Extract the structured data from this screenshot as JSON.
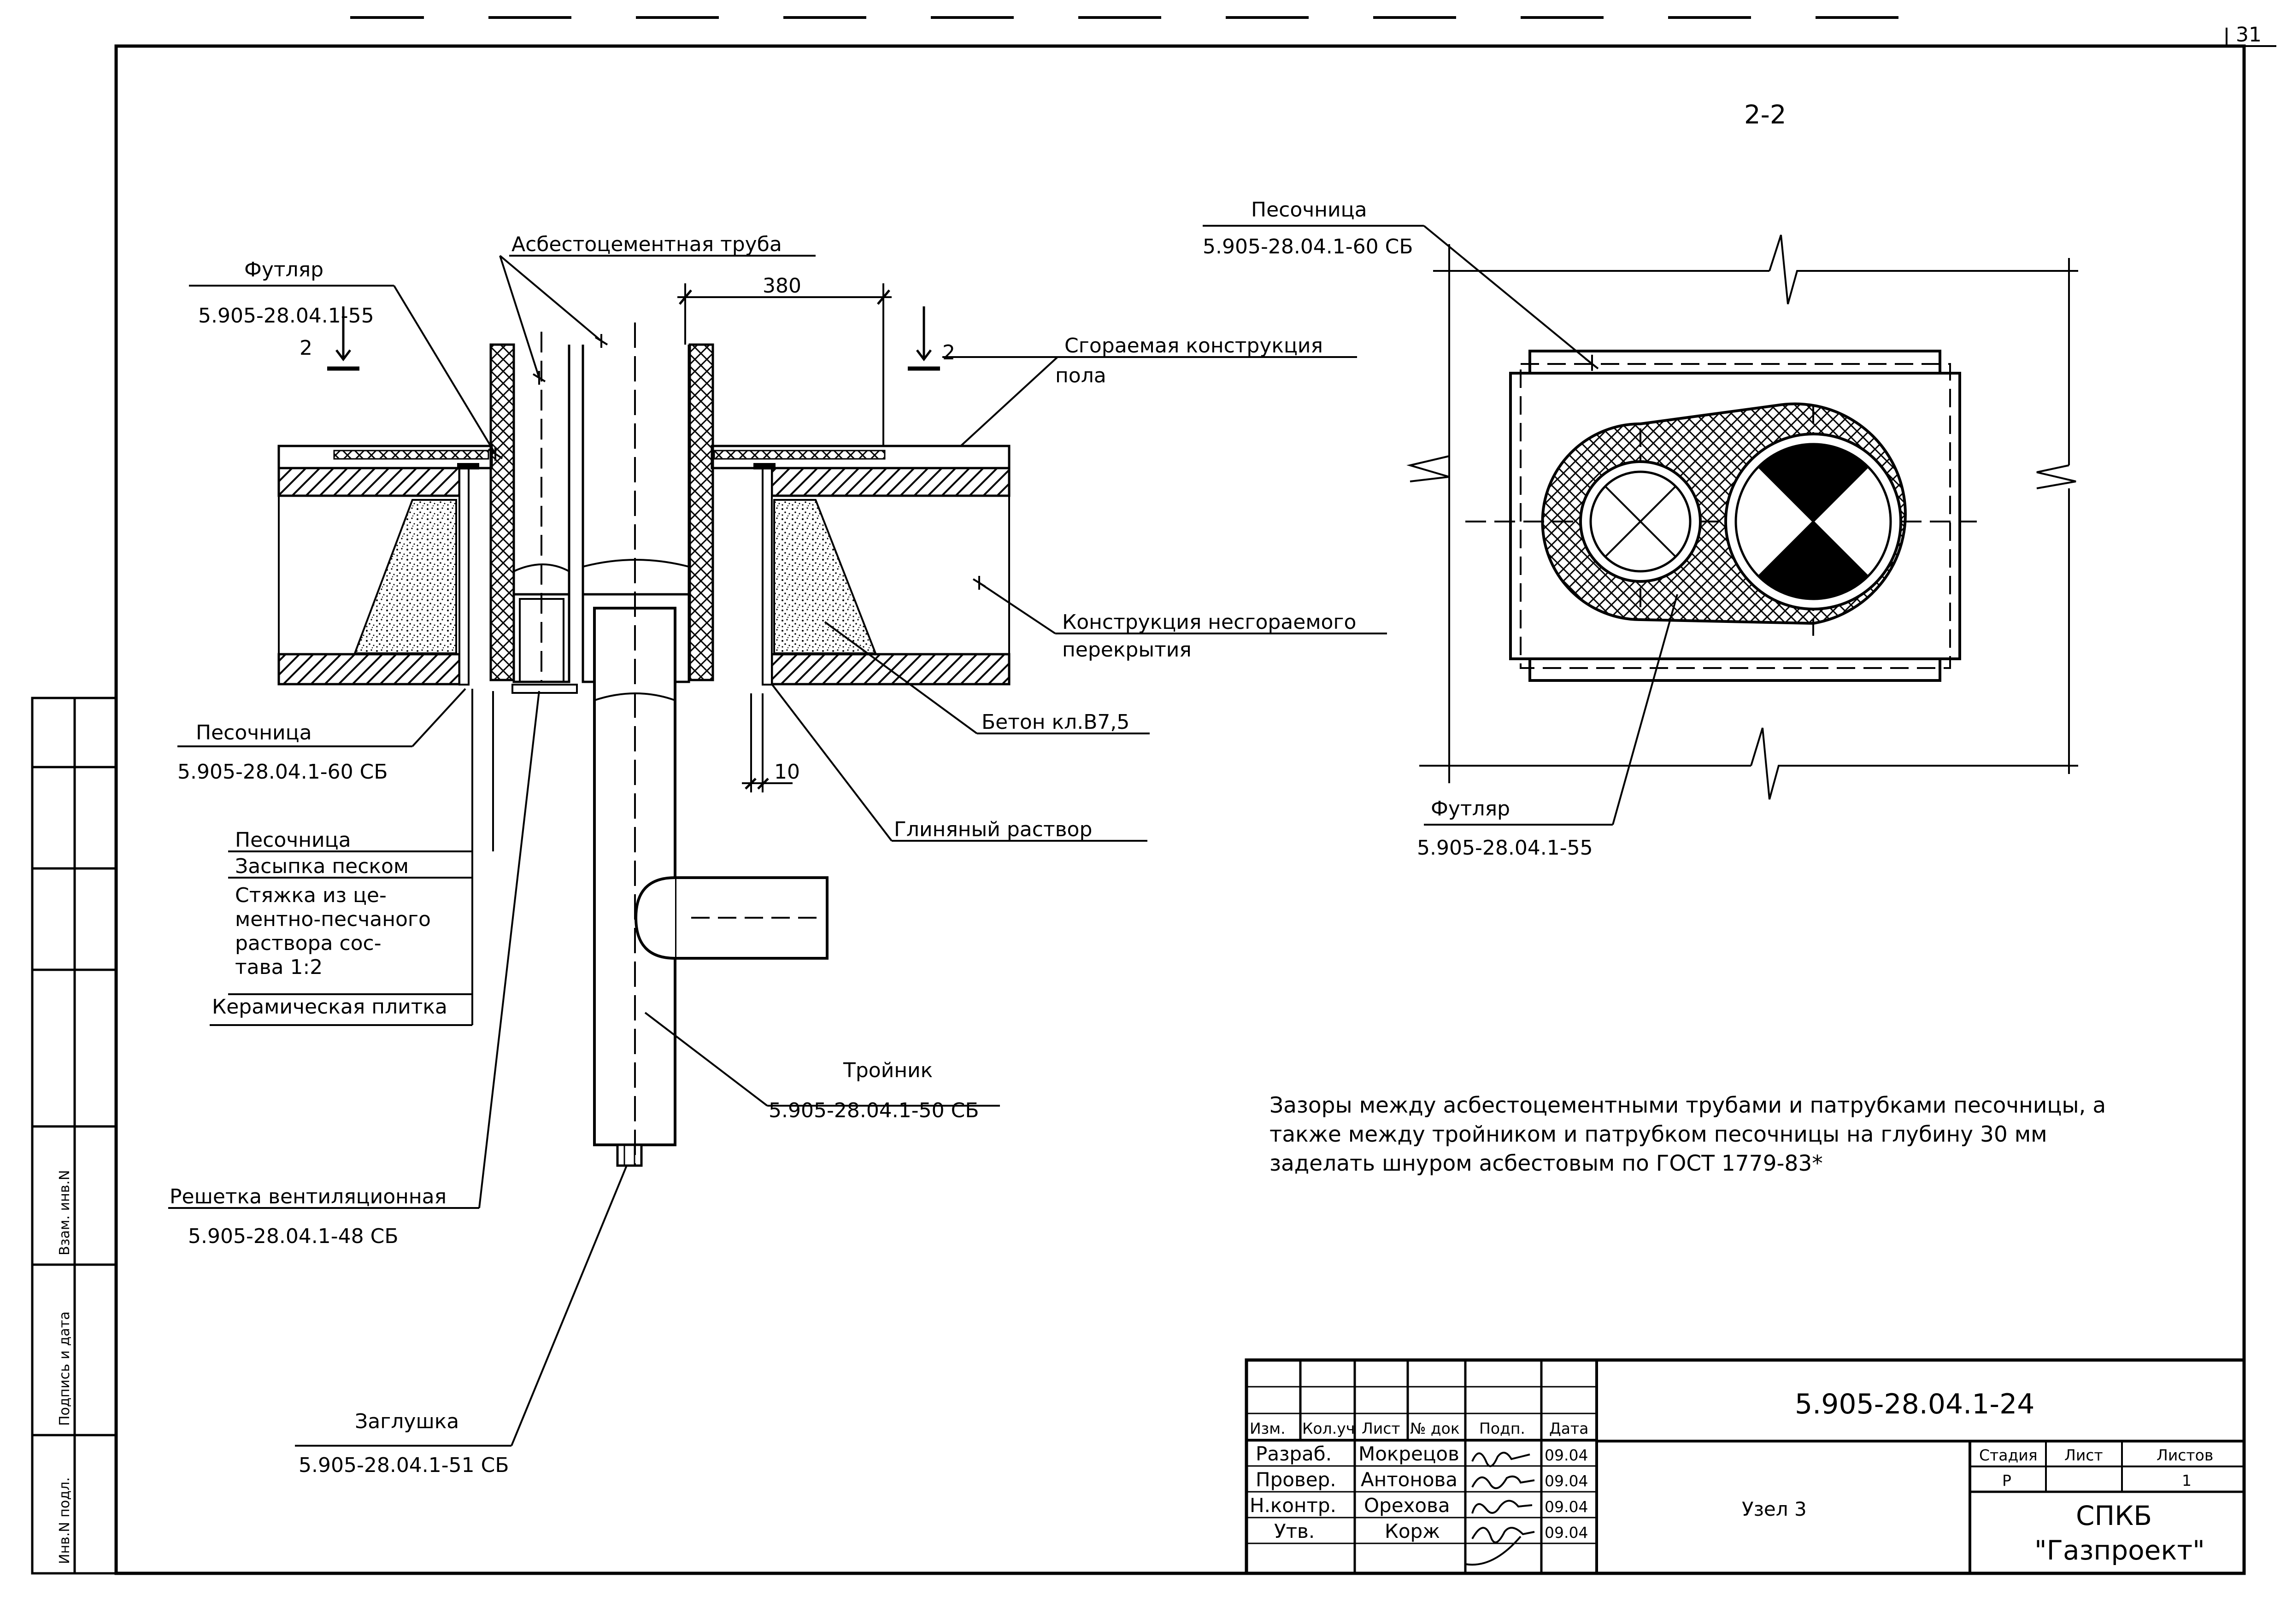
{
  "sheet_number": "31",
  "section_title": "2-2",
  "cut_mark": "2",
  "dimensions": {
    "d380": "380",
    "d10": "10"
  },
  "callouts": {
    "futlyar_name": "Футляр",
    "futlyar_code": "5.905-28.04.1-55",
    "asbestos_pipe": "Асбестоцементная труба",
    "combustible_1": "Сгораемая конструкция",
    "combustible_2": "пола",
    "noncomb_1": "Конструкция несгораемого",
    "noncomb_2": "перекрытия",
    "concrete": "Бетон кл.В7,5",
    "clay": "Глиняный раствор",
    "sandbox_name": "Песочница",
    "sandbox_code": "5.905-28.04.1-60 СБ",
    "tee_name": "Тройник",
    "tee_code": "5.905-28.04.1-50 СБ",
    "grille_name": "Решетка вентиляционная",
    "grille_code": "5.905-28.04.1-48 СБ",
    "plug_name": "Заглушка",
    "plug_code": "5.905-28.04.1-51 СБ"
  },
  "legend": [
    "Песочница",
    "Засыпка песком",
    "Стяжка из це-",
    "ментно-песчаного",
    "раствора сос-",
    "тава 1:2",
    "Керамическая плитка"
  ],
  "section_view": {
    "sandbox_name": "Песочница",
    "sandbox_code": "5.905-28.04.1-60 СБ",
    "futlyar_name": "Футляр",
    "futlyar_code": "5.905-28.04.1-55"
  },
  "note": [
    "Зазоры между асбестоцементными трубами и патрубками песочницы, а",
    "также между тройником и патрубком песочницы на глубину 30 мм",
    "заделать шнуром асбестовым по ГОСТ 1779-83*"
  ],
  "title_block": {
    "cipher": "5.905-28.04.1-24",
    "headers": [
      "Изм.",
      "Кол.уч",
      "Лист",
      "№ док",
      "Подп.",
      "Дата"
    ],
    "rows": [
      {
        "role": "Разраб.",
        "name": "Мокрецов",
        "date": "09.04"
      },
      {
        "role": "Провер.",
        "name": "Антонова",
        "date": "09.04"
      },
      {
        "role": "Н.контр.",
        "name": "Орехова",
        "date": "09.04"
      },
      {
        "role": "Утв.",
        "name": "Корж",
        "date": "09.04"
      }
    ],
    "node_title": "Узел 3",
    "stage_headers": [
      "Стадия",
      "Лист",
      "Листов"
    ],
    "stage": "Р",
    "sheet": "",
    "sheets": "1",
    "org_1": "СПКБ",
    "org_2": "\"Газпроект\""
  },
  "side_stamp": [
    "Взам. инв.N",
    "Подпись и дата",
    "Инв.N подл."
  ]
}
